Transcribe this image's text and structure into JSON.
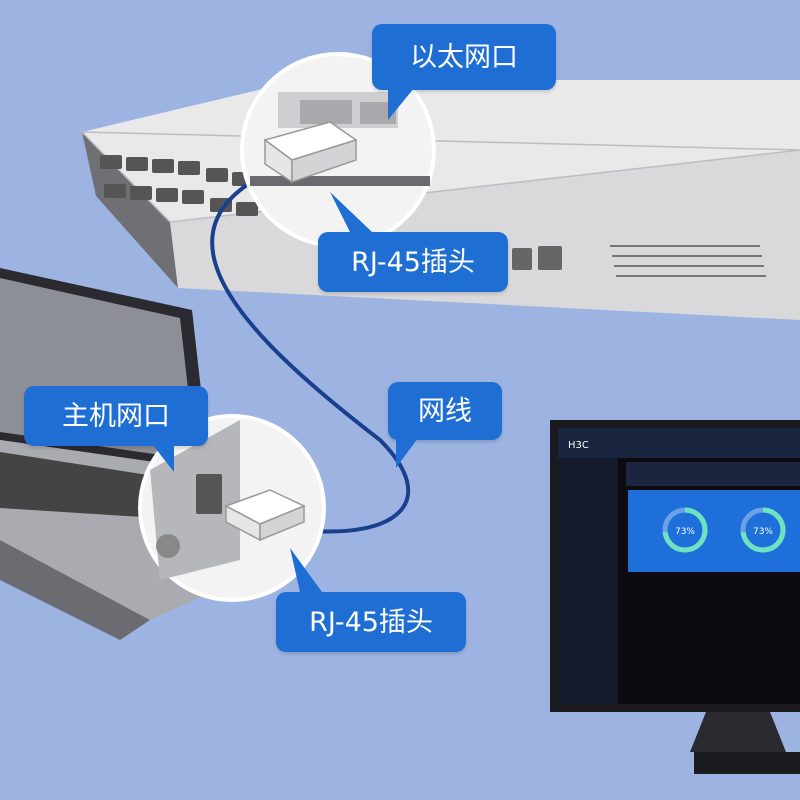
{
  "callouts": {
    "ethernet_port": "以太网口",
    "rj45_plug_switch": "RJ-45插头",
    "host_port": "主机网口",
    "network_cable": "网线",
    "rj45_plug_laptop": "RJ-45插头"
  },
  "monitor": {
    "brand": "H3C",
    "gauge_left": "73%",
    "gauge_right": "73%"
  },
  "colors": {
    "background": "#9db3e2",
    "callout": "#1f6ed4",
    "cable": "#1b3f8f",
    "screen_panel": "#1e6fd9"
  }
}
